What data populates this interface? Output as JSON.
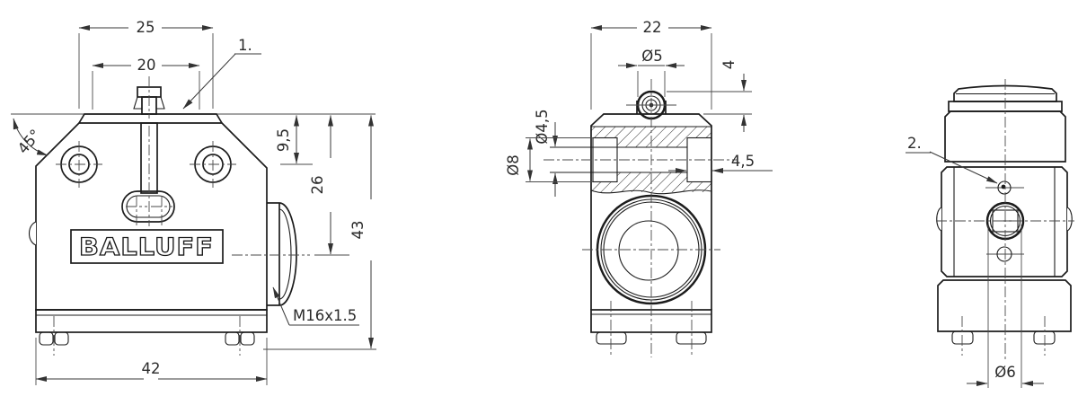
{
  "colors": {
    "ink": "#1c1c1c",
    "background": "#ffffff"
  },
  "labels": {
    "front": {
      "w25": "25",
      "w20": "20",
      "angle": "45°",
      "h95": "9,5",
      "h26": "26",
      "h43": "43",
      "w42": "42",
      "thread": "M16x1.5",
      "callout1": "1.",
      "brand": "BALLUFF"
    },
    "section": {
      "w22": "22",
      "dia5": "Ø5",
      "off4": "4",
      "dia45": "Ø4,5",
      "dia8": "Ø8",
      "recess45": "4,5"
    },
    "side": {
      "callout2": "2.",
      "dia6": "Ø6"
    }
  }
}
